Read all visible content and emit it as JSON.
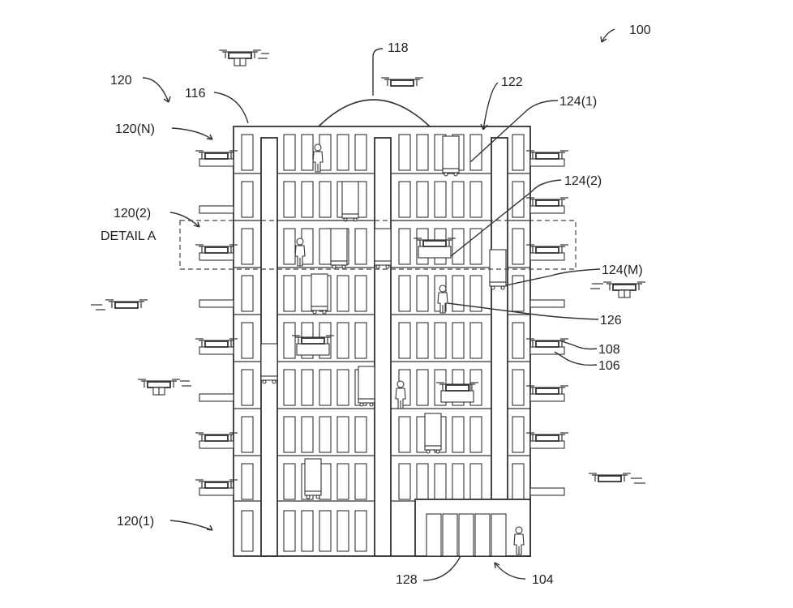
{
  "labels": {
    "figure": "100",
    "drones": "120",
    "drone_n": "120(N)",
    "drone_2": "120(2)",
    "drone_1": "120(1)",
    "detail": "DETAIL A",
    "roof": "116",
    "dome": "118",
    "shaft": "122",
    "vehicle_1": "124(1)",
    "vehicle_2": "124(2)",
    "vehicle_m": "124(M)",
    "person": "126",
    "landing_drone": "108",
    "landing_platform": "106",
    "storage": "128",
    "building": "104"
  }
}
